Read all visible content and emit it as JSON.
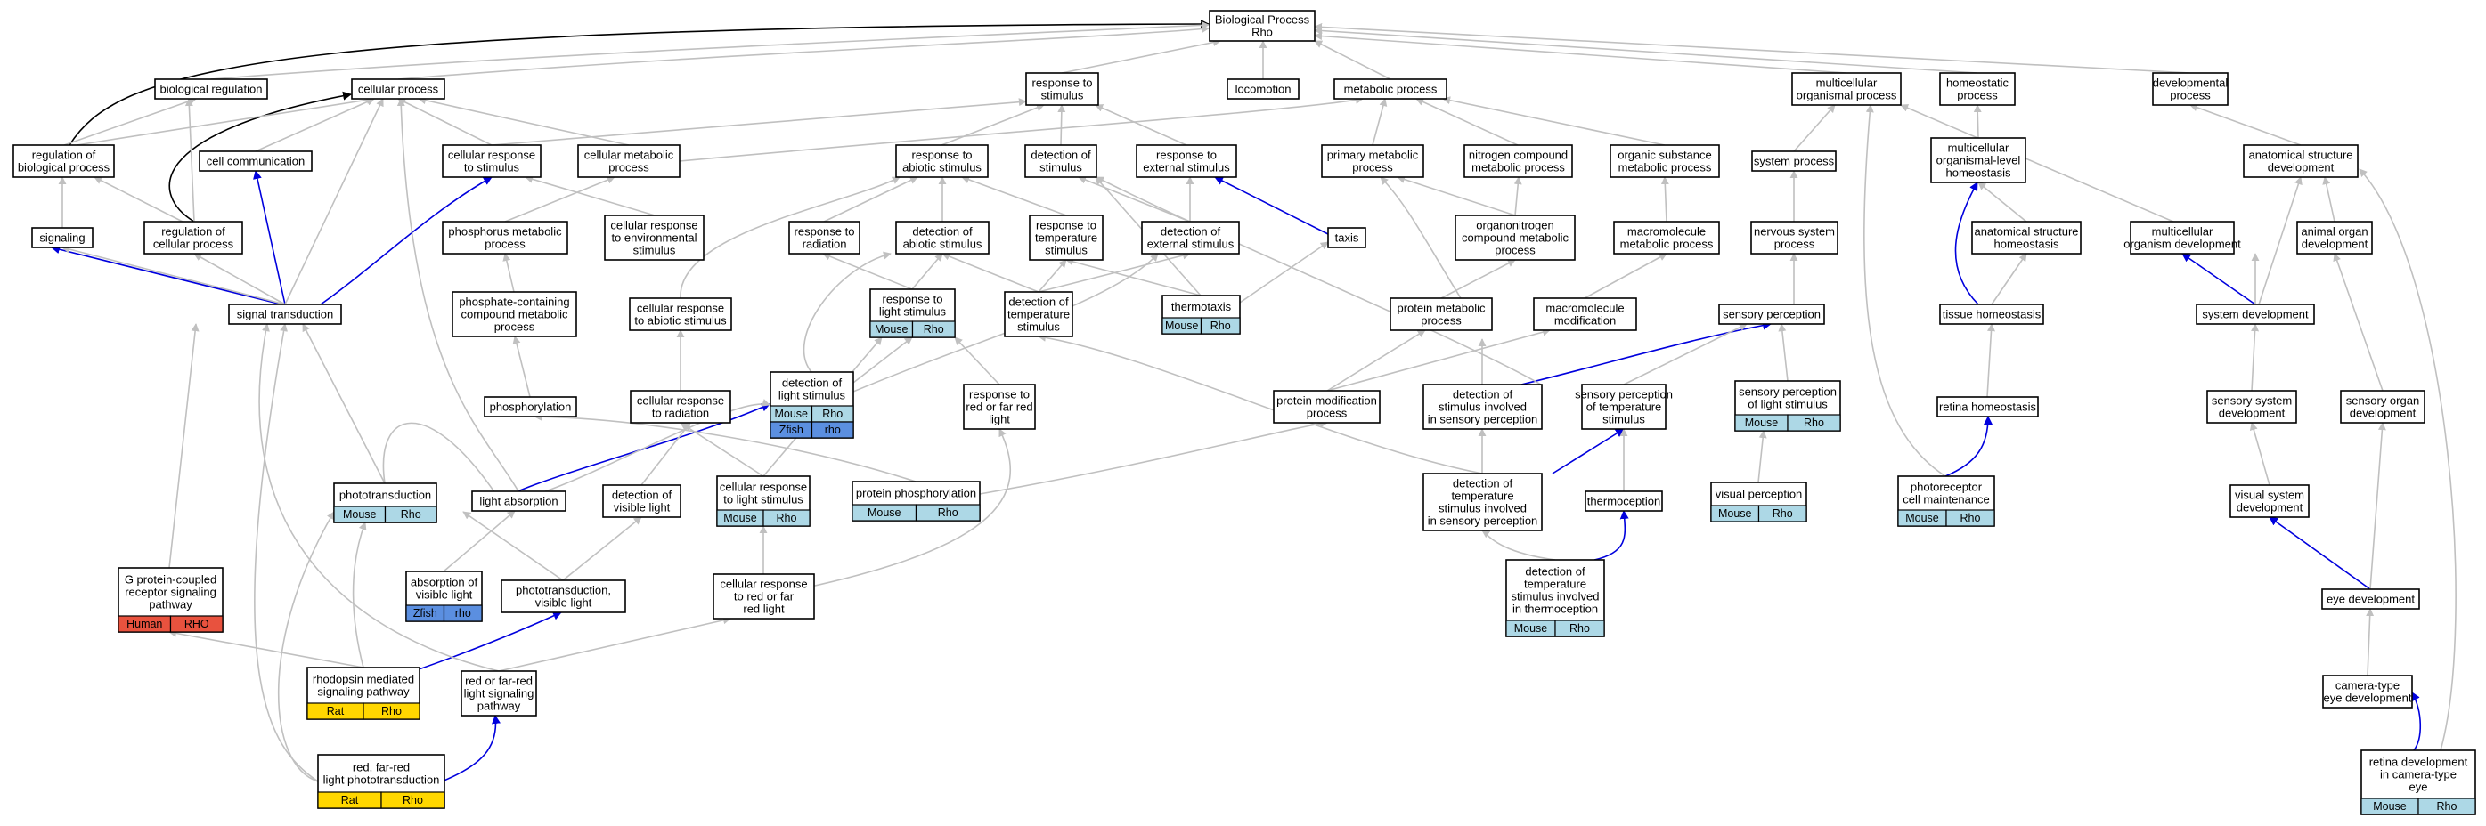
{
  "colors": {
    "edge_gray": "#c0c0c0",
    "edge_black": "#000000",
    "edge_blue": "#0000dd",
    "badge_mouse": "#add8e6",
    "badge_human": "#e8523e",
    "badge_rat": "#ffd700",
    "badge_zfish": "#5b8fe0"
  },
  "nodes": [
    {
      "id": "bp",
      "lines": [
        "Biological Process",
        "Rho"
      ]
    },
    {
      "id": "bioreg",
      "lines": [
        "biological regulation"
      ]
    },
    {
      "id": "cellproc",
      "lines": [
        "cellular process"
      ]
    },
    {
      "id": "respstim",
      "lines": [
        "response to",
        "stimulus"
      ]
    },
    {
      "id": "locomotion",
      "lines": [
        "locomotion"
      ]
    },
    {
      "id": "metab",
      "lines": [
        "metabolic process"
      ]
    },
    {
      "id": "multiorg",
      "lines": [
        "multicellular",
        "organismal process"
      ]
    },
    {
      "id": "homeo",
      "lines": [
        "homeostatic",
        "process"
      ]
    },
    {
      "id": "devproc",
      "lines": [
        "developmental",
        "process"
      ]
    },
    {
      "id": "regbio",
      "lines": [
        "regulation of",
        "biological process"
      ]
    },
    {
      "id": "cellcomm",
      "lines": [
        "cell communication"
      ]
    },
    {
      "id": "cellrespstim",
      "lines": [
        "cellular response",
        "to stimulus"
      ]
    },
    {
      "id": "cellmetab",
      "lines": [
        "cellular metabolic",
        "process"
      ]
    },
    {
      "id": "respabiotic",
      "lines": [
        "response to",
        "abiotic stimulus"
      ]
    },
    {
      "id": "detstim",
      "lines": [
        "detection of",
        "stimulus"
      ]
    },
    {
      "id": "respext",
      "lines": [
        "response to",
        "external stimulus"
      ]
    },
    {
      "id": "primmetab",
      "lines": [
        "primary metabolic",
        "process"
      ]
    },
    {
      "id": "nitro",
      "lines": [
        "nitrogen compound",
        "metabolic process"
      ]
    },
    {
      "id": "orgsub",
      "lines": [
        "organic substance",
        "metabolic process"
      ]
    },
    {
      "id": "sysproc",
      "lines": [
        "system process"
      ]
    },
    {
      "id": "multihomeo",
      "lines": [
        "multicellular",
        "organismal-level",
        "homeostasis"
      ]
    },
    {
      "id": "anatdev",
      "lines": [
        "anatomical structure",
        "development"
      ]
    },
    {
      "id": "signaling",
      "lines": [
        "signaling"
      ]
    },
    {
      "id": "regcell",
      "lines": [
        "regulation of",
        "cellular process"
      ]
    },
    {
      "id": "phosmetab",
      "lines": [
        "phosphorus metabolic",
        "process"
      ]
    },
    {
      "id": "cellrespenv",
      "lines": [
        "cellular response",
        "to environmental",
        "stimulus"
      ]
    },
    {
      "id": "resprad",
      "lines": [
        "response to",
        "radiation"
      ]
    },
    {
      "id": "detabiotic",
      "lines": [
        "detection of",
        "abiotic stimulus"
      ]
    },
    {
      "id": "resptemp",
      "lines": [
        "response to",
        "temperature",
        "stimulus"
      ]
    },
    {
      "id": "detext",
      "lines": [
        "detection of",
        "external stimulus"
      ]
    },
    {
      "id": "taxis",
      "lines": [
        "taxis"
      ]
    },
    {
      "id": "orgnitro",
      "lines": [
        "organonitrogen",
        "compound metabolic",
        "process"
      ]
    },
    {
      "id": "macromol",
      "lines": [
        "macromolecule",
        "metabolic process"
      ]
    },
    {
      "id": "nervsys",
      "lines": [
        "nervous system",
        "process"
      ]
    },
    {
      "id": "anathomeo",
      "lines": [
        "anatomical structure",
        "homeostasis"
      ]
    },
    {
      "id": "multidev",
      "lines": [
        "multicellular",
        "organism development"
      ]
    },
    {
      "id": "animorgan",
      "lines": [
        "animal organ",
        "development"
      ]
    },
    {
      "id": "sigtrans",
      "lines": [
        "signal transduction"
      ]
    },
    {
      "id": "phoscont",
      "lines": [
        "phosphate-containing",
        "compound metabolic",
        "process"
      ]
    },
    {
      "id": "cellrespabiotic",
      "lines": [
        "cellular response",
        "to abiotic stimulus"
      ]
    },
    {
      "id": "resplight",
      "lines": [
        "response to",
        "light stimulus"
      ],
      "badges": [
        {
          "org": "mouse",
          "texts": [
            "Mouse",
            "Rho"
          ]
        }
      ]
    },
    {
      "id": "dettemp",
      "lines": [
        "detection of",
        "temperature",
        "stimulus"
      ]
    },
    {
      "id": "thermotaxis",
      "lines": [
        "thermotaxis"
      ],
      "badges": [
        {
          "org": "mouse",
          "texts": [
            "Mouse",
            "Rho"
          ]
        }
      ]
    },
    {
      "id": "protmetab",
      "lines": [
        "protein metabolic",
        "process"
      ]
    },
    {
      "id": "macromod",
      "lines": [
        "macromolecule",
        "modification"
      ]
    },
    {
      "id": "sensperc",
      "lines": [
        "sensory perception"
      ]
    },
    {
      "id": "tissuehomeo",
      "lines": [
        "tissue homeostasis"
      ]
    },
    {
      "id": "sysdev",
      "lines": [
        "system development"
      ]
    },
    {
      "id": "phosphorylation",
      "lines": [
        "phosphorylation"
      ]
    },
    {
      "id": "cellresprad",
      "lines": [
        "cellular response",
        "to radiation"
      ]
    },
    {
      "id": "detlight",
      "lines": [
        "detection of",
        "light stimulus"
      ],
      "badges": [
        {
          "org": "mouse",
          "texts": [
            "Mouse",
            "Rho"
          ]
        },
        {
          "org": "zfish",
          "texts": [
            "Zfish",
            "rho"
          ]
        }
      ]
    },
    {
      "id": "respred",
      "lines": [
        "response to",
        "red or far red",
        "light"
      ]
    },
    {
      "id": "protmod",
      "lines": [
        "protein modification",
        "process"
      ]
    },
    {
      "id": "detsensperc",
      "lines": [
        "detection of",
        "stimulus involved",
        "in sensory perception"
      ]
    },
    {
      "id": "senspertemp",
      "lines": [
        "sensory perception",
        "of temperature",
        "stimulus"
      ]
    },
    {
      "id": "sensperlight",
      "lines": [
        "sensory perception",
        "of light stimulus"
      ],
      "badges": [
        {
          "org": "mouse",
          "texts": [
            "Mouse",
            "Rho"
          ]
        }
      ]
    },
    {
      "id": "retinahomeo",
      "lines": [
        "retina homeostasis"
      ]
    },
    {
      "id": "senssysdev",
      "lines": [
        "sensory system",
        "development"
      ]
    },
    {
      "id": "sensorgan",
      "lines": [
        "sensory organ",
        "development"
      ]
    },
    {
      "id": "phototrans",
      "lines": [
        "phototransduction"
      ],
      "badges": [
        {
          "org": "mouse",
          "texts": [
            "Mouse",
            "Rho"
          ]
        }
      ]
    },
    {
      "id": "lightabs",
      "lines": [
        "light absorption"
      ]
    },
    {
      "id": "detvislight",
      "lines": [
        "detection of",
        "visible light"
      ]
    },
    {
      "id": "cellresplight",
      "lines": [
        "cellular response",
        "to light stimulus"
      ],
      "badges": [
        {
          "org": "mouse",
          "texts": [
            "Mouse",
            "Rho"
          ]
        }
      ]
    },
    {
      "id": "protphos",
      "lines": [
        "protein phosphorylation"
      ],
      "badges": [
        {
          "org": "mouse",
          "texts": [
            "Mouse",
            "Rho"
          ]
        }
      ]
    },
    {
      "id": "dettempsens",
      "lines": [
        "detection of",
        "temperature",
        "stimulus involved",
        "in sensory perception"
      ]
    },
    {
      "id": "thermoception",
      "lines": [
        "thermoception"
      ]
    },
    {
      "id": "visperc",
      "lines": [
        "visual perception"
      ],
      "badges": [
        {
          "org": "mouse",
          "texts": [
            "Mouse",
            "Rho"
          ]
        }
      ]
    },
    {
      "id": "photomaint",
      "lines": [
        "photoreceptor",
        "cell maintenance"
      ],
      "badges": [
        {
          "org": "mouse",
          "texts": [
            "Mouse",
            "Rho"
          ]
        }
      ]
    },
    {
      "id": "vissysdev",
      "lines": [
        "visual system",
        "development"
      ]
    },
    {
      "id": "gpcr",
      "lines": [
        "G protein-coupled",
        "receptor signaling",
        "pathway"
      ],
      "badges": [
        {
          "org": "human",
          "texts": [
            "Human",
            "RHO"
          ]
        }
      ]
    },
    {
      "id": "absvislight",
      "lines": [
        "absorption of",
        "visible light"
      ],
      "badges": [
        {
          "org": "zfish",
          "texts": [
            "Zfish",
            "rho"
          ]
        }
      ]
    },
    {
      "id": "photovis",
      "lines": [
        "phototransduction,",
        "visible light"
      ]
    },
    {
      "id": "cellrespred",
      "lines": [
        "cellular response",
        "to red or far",
        "red light"
      ]
    },
    {
      "id": "dettempthermo",
      "lines": [
        "detection of",
        "temperature",
        "stimulus involved",
        "in thermoception"
      ],
      "badges": [
        {
          "org": "mouse",
          "texts": [
            "Mouse",
            "Rho"
          ]
        }
      ]
    },
    {
      "id": "eyedev",
      "lines": [
        "eye development"
      ]
    },
    {
      "id": "rhodsig",
      "lines": [
        "rhodopsin mediated",
        "signaling pathway"
      ],
      "badges": [
        {
          "org": "rat",
          "texts": [
            "Rat",
            "Rho"
          ]
        }
      ]
    },
    {
      "id": "redsig",
      "lines": [
        "red or far-red",
        "light signaling",
        "pathway"
      ]
    },
    {
      "id": "camdev",
      "lines": [
        "camera-type",
        "eye development"
      ]
    },
    {
      "id": "redphoto",
      "lines": [
        "red, far-red",
        "light phototransduction"
      ],
      "badges": [
        {
          "org": "rat",
          "texts": [
            "Rat",
            "Rho"
          ]
        }
      ]
    },
    {
      "id": "retinadev",
      "lines": [
        "retina development",
        "in camera-type",
        "eye"
      ],
      "badges": [
        {
          "org": "mouse",
          "texts": [
            "Mouse",
            "Rho"
          ]
        }
      ]
    }
  ]
}
